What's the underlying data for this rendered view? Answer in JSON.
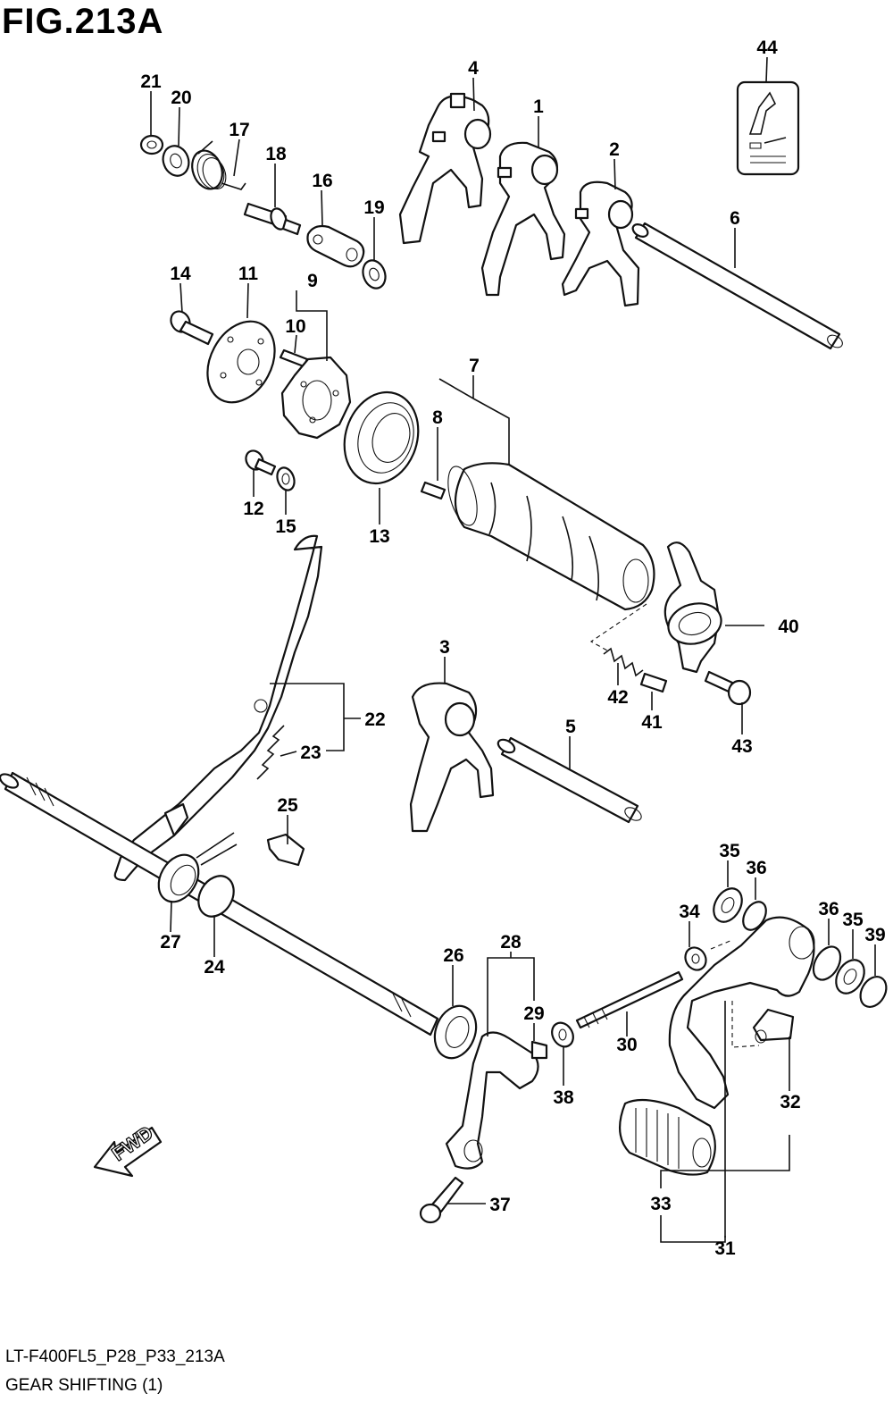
{
  "figure": {
    "title": "FIG.213A",
    "code": "LT-F400FL5_P28_P33_213A",
    "description": "GEAR SHIFTING (1)",
    "direction_label": "FWD"
  },
  "callouts": [
    {
      "id": "c1",
      "label": "1"
    },
    {
      "id": "c2",
      "label": "2"
    },
    {
      "id": "c3",
      "label": "3"
    },
    {
      "id": "c4",
      "label": "4"
    },
    {
      "id": "c5",
      "label": "5"
    },
    {
      "id": "c6",
      "label": "6"
    },
    {
      "id": "c7",
      "label": "7"
    },
    {
      "id": "c8",
      "label": "8"
    },
    {
      "id": "c9",
      "label": "9"
    },
    {
      "id": "c10",
      "label": "10"
    },
    {
      "id": "c11",
      "label": "11"
    },
    {
      "id": "c12",
      "label": "12"
    },
    {
      "id": "c13",
      "label": "13"
    },
    {
      "id": "c14",
      "label": "14"
    },
    {
      "id": "c15",
      "label": "15"
    },
    {
      "id": "c16",
      "label": "16"
    },
    {
      "id": "c17",
      "label": "17"
    },
    {
      "id": "c18",
      "label": "18"
    },
    {
      "id": "c19",
      "label": "19"
    },
    {
      "id": "c20",
      "label": "20"
    },
    {
      "id": "c21",
      "label": "21"
    },
    {
      "id": "c22",
      "label": "22"
    },
    {
      "id": "c23",
      "label": "23"
    },
    {
      "id": "c24",
      "label": "24"
    },
    {
      "id": "c25",
      "label": "25"
    },
    {
      "id": "c26",
      "label": "26"
    },
    {
      "id": "c27",
      "label": "27"
    },
    {
      "id": "c28",
      "label": "28"
    },
    {
      "id": "c29",
      "label": "29"
    },
    {
      "id": "c30",
      "label": "30"
    },
    {
      "id": "c31",
      "label": "31"
    },
    {
      "id": "c32",
      "label": "32"
    },
    {
      "id": "c33",
      "label": "33"
    },
    {
      "id": "c34",
      "label": "34"
    },
    {
      "id": "c35a",
      "label": "35"
    },
    {
      "id": "c35b",
      "label": "35"
    },
    {
      "id": "c36a",
      "label": "36"
    },
    {
      "id": "c36b",
      "label": "36"
    },
    {
      "id": "c37",
      "label": "37"
    },
    {
      "id": "c38",
      "label": "38"
    },
    {
      "id": "c39",
      "label": "39"
    },
    {
      "id": "c40",
      "label": "40"
    },
    {
      "id": "c41",
      "label": "41"
    },
    {
      "id": "c42",
      "label": "42"
    },
    {
      "id": "c43",
      "label": "43"
    },
    {
      "id": "c44",
      "label": "44"
    }
  ]
}
